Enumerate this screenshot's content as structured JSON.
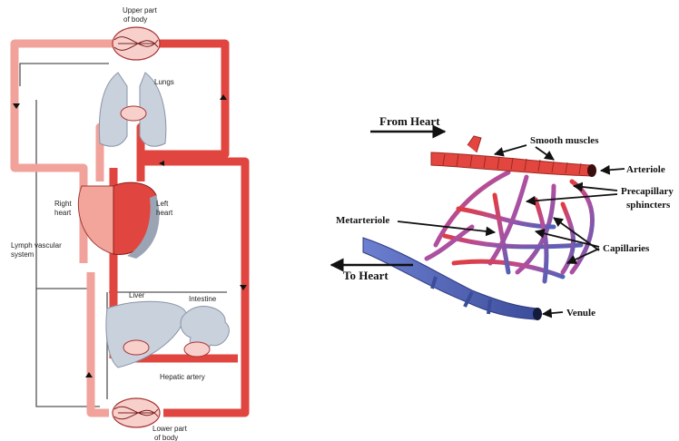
{
  "circulation": {
    "upper_body": [
      "Upper part",
      "of body"
    ],
    "lungs": "Lungs",
    "right_heart": [
      "Right",
      "heart"
    ],
    "left_heart": [
      "Left",
      "heart"
    ],
    "lymph": [
      "Lymph vascular",
      "system"
    ],
    "liver": "Liver",
    "intestine": "Intestine",
    "hepatic_artery": "Hepatic artery",
    "lower_body": [
      "Lower part",
      "of body"
    ]
  },
  "microcirculation": {
    "from_heart": "From Heart",
    "to_heart": "To Heart",
    "smooth_muscles": "Smooth muscles",
    "arteriole": "Arteriole",
    "precapillary": [
      "Precapillary",
      "sphincters"
    ],
    "metarteriole": "Metarteriole",
    "capillaries": "Capillaries",
    "venule": "Venule"
  },
  "colors": {
    "artery": "#e0463f",
    "vein_light": "#f2a7a0",
    "vein_blue": "#4b5fb0",
    "lymph_line": "#555555",
    "organ_grey": "#c9d1dc"
  }
}
